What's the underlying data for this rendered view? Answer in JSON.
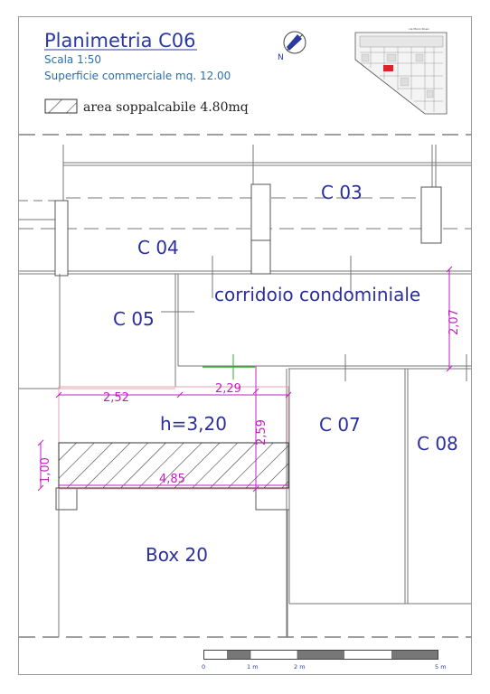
{
  "header": {
    "title": "Planimetria C06",
    "scale": "Scala 1:50",
    "surface": "Superficie commerciale mq. 12.00",
    "legend": "area soppalcabile 4.80mq",
    "north": "N",
    "thumbnail_text": "via Mario Rossi"
  },
  "rooms": {
    "c03": "C 03",
    "c04": "C 04",
    "c05": "C 05",
    "corridor": "corridoio condominiale",
    "c07": "C 07",
    "c08": "C 08",
    "height": "h=3,20",
    "box20": "Box 20"
  },
  "dimensions": {
    "d252": "2,52",
    "d229": "2,29",
    "d207": "2,07",
    "d259": "2,59",
    "d100": "1,00",
    "d485": "4,85"
  },
  "scale_bar": {
    "t0": "0",
    "t1": "1 m",
    "t2": "2 m",
    "t5": "5 m"
  },
  "colors": {
    "label_blue": "#2b2f9c",
    "dimension_magenta": "#c020c0",
    "wall_gray": "#777777",
    "highlight_red": "#e0202a"
  }
}
